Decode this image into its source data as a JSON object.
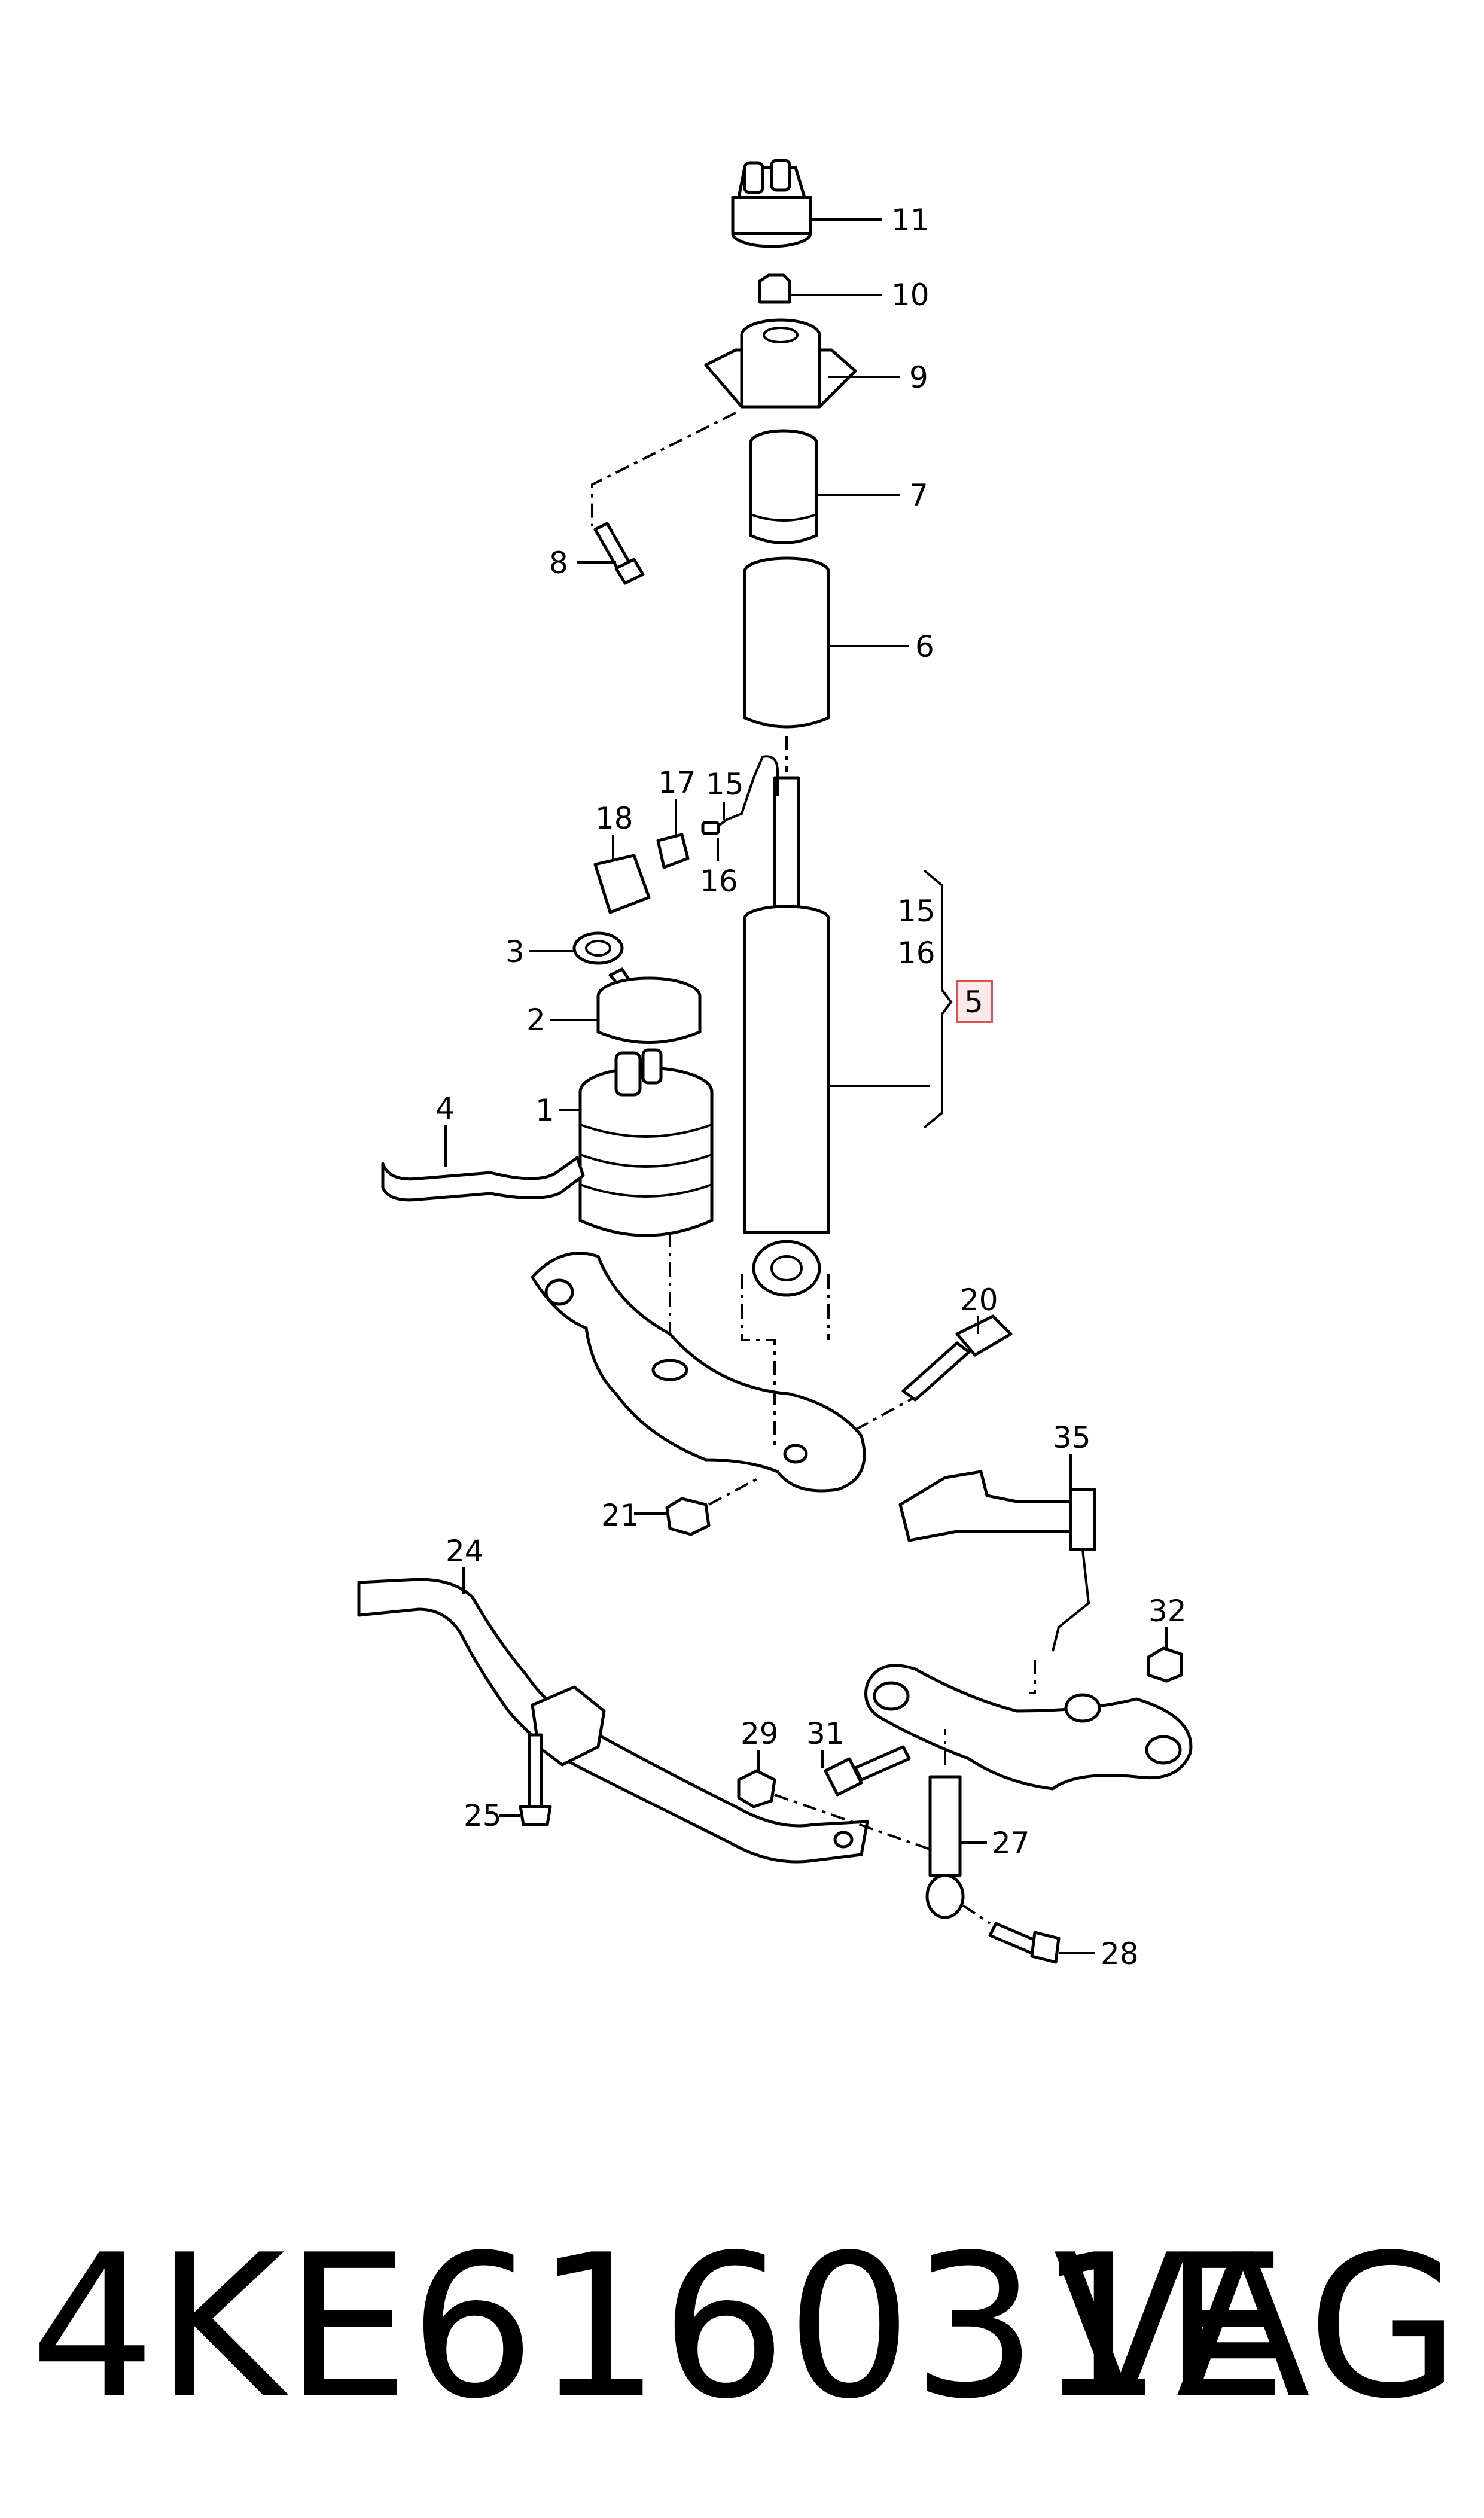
{
  "callouts": {
    "c11": "11",
    "c10": "10",
    "c9": "9",
    "c7": "7",
    "c8": "8",
    "c6": "6",
    "c15a": "15",
    "c17": "17",
    "c18": "18",
    "c16a": "16",
    "c15b": "15",
    "c16b": "16",
    "c5": "5",
    "c3": "3",
    "c2": "2",
    "c4": "4",
    "c1": "1",
    "c20": "20",
    "c21": "21",
    "c35": "35",
    "c24": "24",
    "c32": "32",
    "c29": "29",
    "c31": "31",
    "c25": "25",
    "c27": "27",
    "c28": "28"
  },
  "footer": {
    "part_number": "4KE616031E",
    "brand": "VAG"
  },
  "colors": {
    "line": "#000000",
    "highlight_fill": "#fde9ea",
    "highlight_stroke": "#d9534f"
  }
}
